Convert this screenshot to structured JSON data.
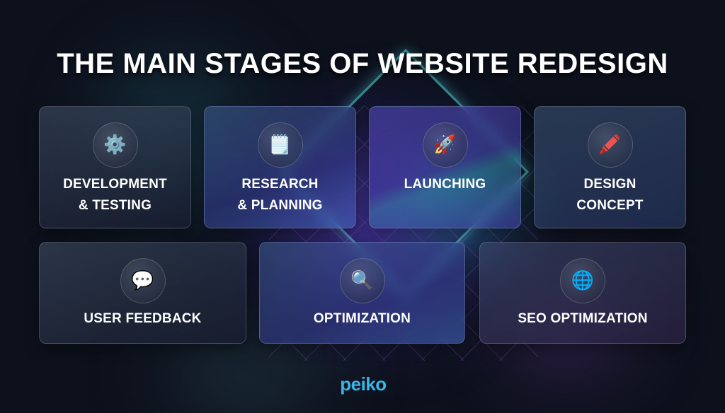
{
  "title": "THE MAIN STAGES OF WEBSITE REDESIGN",
  "colors": {
    "background": "#0d111c",
    "title_text": "#ffffff",
    "card_text": "#ffffff",
    "logo": "#39b6e6"
  },
  "stages_row1": [
    {
      "label_line1": "DEVELOPMENT",
      "label_line2": "& TESTING",
      "icon": "gear-icon",
      "glyph": "⚙️"
    },
    {
      "label_line1": "RESEARCH",
      "label_line2": "& PLANNING",
      "icon": "notepad-icon",
      "glyph": "🗒️"
    },
    {
      "label_line1": "LAUNCHING",
      "label_line2": "",
      "icon": "rocket-icon",
      "glyph": "🚀"
    },
    {
      "label_line1": "DESIGN",
      "label_line2": "CONCEPT",
      "icon": "crayon-icon",
      "glyph": "🖍️"
    }
  ],
  "stages_row2": [
    {
      "label": "USER FEEDBACK",
      "icon": "speech-bubble-icon",
      "glyph": "💬"
    },
    {
      "label": "OPTIMIZATION",
      "icon": "magnifier-icon",
      "glyph": "🔍"
    },
    {
      "label": "SEO OPTIMIZATION",
      "icon": "globe-icon",
      "glyph": "🌐"
    }
  ],
  "logo": {
    "text": "peiko"
  }
}
